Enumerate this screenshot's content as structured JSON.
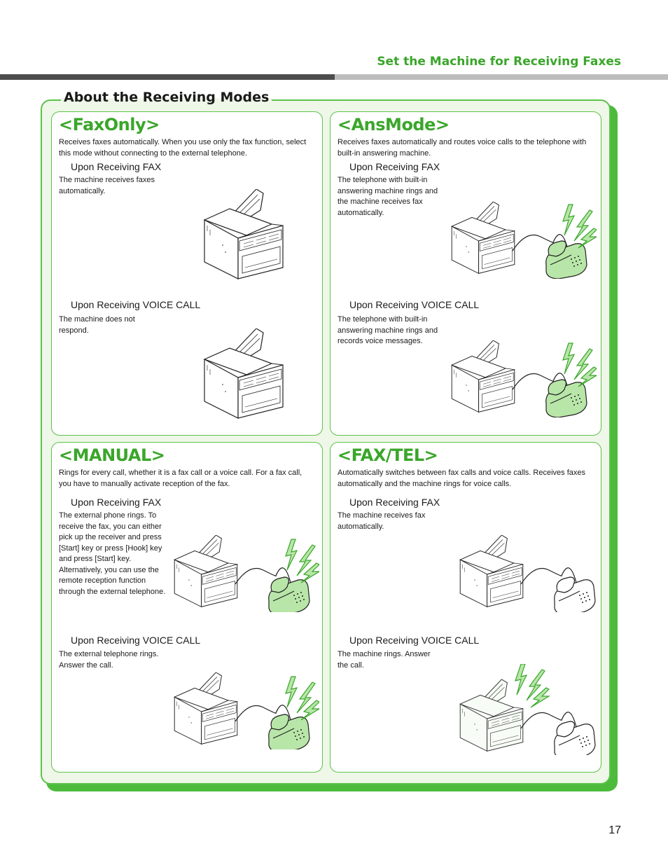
{
  "header": {
    "title": "Set the Machine for Receiving Faxes"
  },
  "section": {
    "title": "About the Receiving Modes"
  },
  "panels": {
    "faxonly": {
      "title": "<FaxOnly>",
      "description": "Receives faxes automatically. When you use only the fax function, select this mode without connecting to the external telephone.",
      "fax_heading": "Upon Receiving FAX",
      "fax_text": "The machine receives faxes automatically.",
      "voice_heading": "Upon Receiving VOICE CALL",
      "voice_text": "The machine does not respond."
    },
    "ansmode": {
      "title": "<AnsMode>",
      "description": "Receives faxes automatically and routes voice calls to the telephone with built-in answering machine.",
      "fax_heading": "Upon Receiving FAX",
      "fax_text": "The telephone with built-in answering machine rings and the machine receives fax automatically.",
      "voice_heading": "Upon Receiving VOICE CALL",
      "voice_text": "The telephone with built-in answering machine rings and records voice messages."
    },
    "manual": {
      "title": "<MANUAL>",
      "description": "Rings for every call, whether it is a fax call or a voice call. For a fax call, you have to manually activate reception of the fax.",
      "fax_heading": "Upon Receiving FAX",
      "fax_text": "The external phone rings. To receive the fax, you can either pick up the receiver and press [Start] key or press [Hook] key and press [Start] key. Alternatively, you can use the remote reception function through the external telephone.",
      "voice_heading": "Upon Receiving VOICE CALL",
      "voice_text": "The external telephone rings. Answer the call."
    },
    "faxtel": {
      "title": "<FAX/TEL>",
      "description": "Automatically switches between fax calls and voice calls. Receives faxes automatically and the machine rings for voice calls.",
      "fax_heading": "Upon Receiving FAX",
      "fax_text": "The machine receives fax automatically.",
      "voice_heading": "Upon Receiving VOICE CALL",
      "voice_text": "The machine rings. Answer the call."
    }
  },
  "colors": {
    "accent": "#3aa62a",
    "frame": "#5ec24a",
    "frame_bg": "#eef7e8",
    "highlight": "#b8e6a8"
  },
  "page_number": "17"
}
